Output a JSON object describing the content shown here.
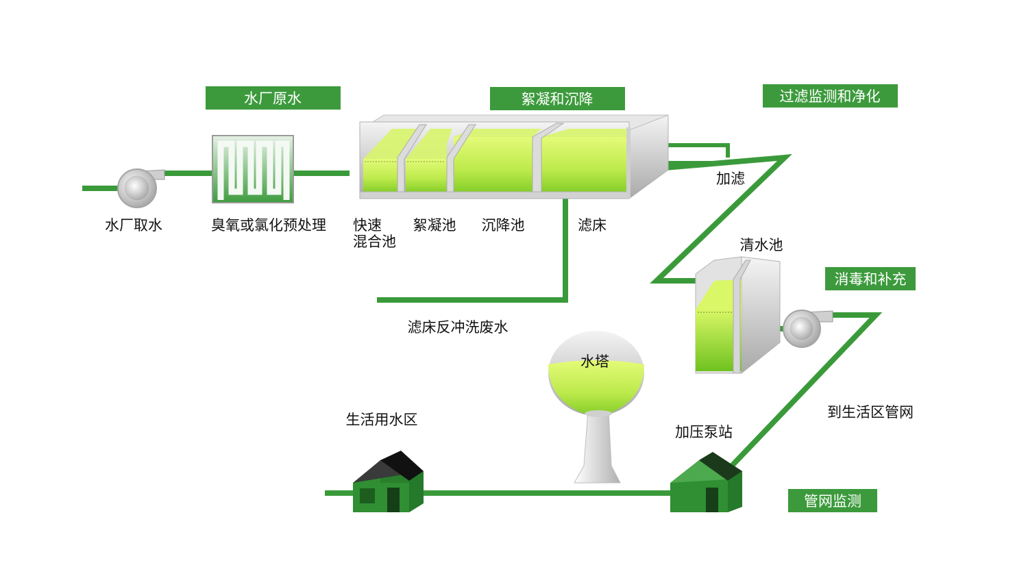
{
  "colors": {
    "pipe": "#3a9a3a",
    "section_box": "#3c9a3c",
    "water_light": "#d6f56a",
    "water_dark": "#8fd22e",
    "house": "#2f8f32",
    "house_roof": "#1a1a1a"
  },
  "sections": {
    "raw_water": "水厂原水",
    "flocculation": "絮凝和沉降",
    "filtration": "过滤监测和净化",
    "disinfection": "消毒和补充",
    "network": "管网监测"
  },
  "labels": {
    "intake": "水厂取水",
    "preoxidation": "臭氧或氯化预处理",
    "rapid_mix_1": "快速",
    "rapid_mix_2": "混合池",
    "floc_tank": "絮凝池",
    "settling": "沉降池",
    "filter_bed": "滤床",
    "backwash": "滤床反冲洗废水",
    "add_filter": "加滤",
    "clear_well": "清水池",
    "water_tower": "水塔",
    "residential": "生活用水区",
    "booster": "加压泵站",
    "to_network": "到生活区管网"
  },
  "icons": [
    "pump-icon",
    "ozone-unit-icon",
    "water-tower-icon",
    "house-icon",
    "booster-station-icon"
  ]
}
